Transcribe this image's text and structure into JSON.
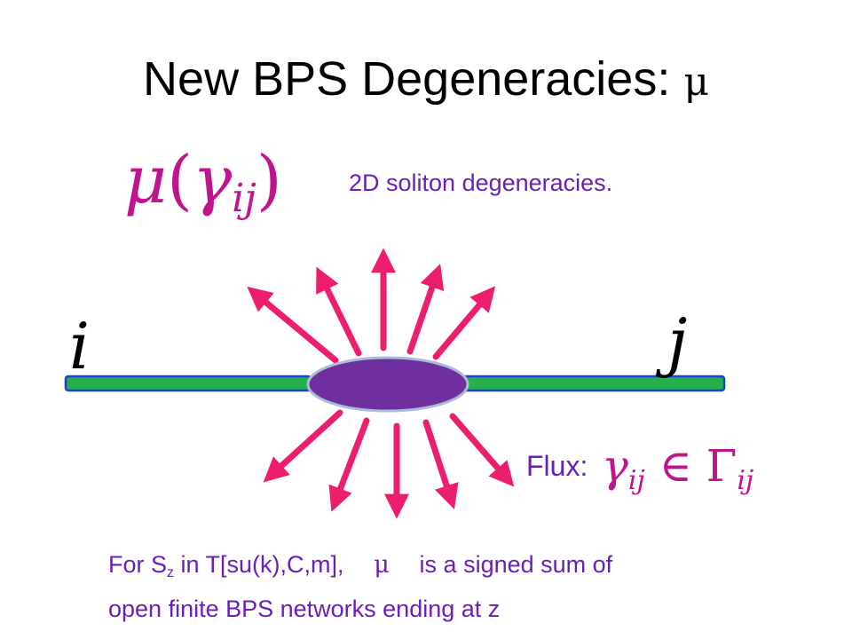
{
  "title": {
    "text": "New BPS Degeneracies: ",
    "symbol": "μ"
  },
  "formula": {
    "mu": "μ",
    "open": "(",
    "gamma": "γ",
    "sub": "ij",
    "close": ")"
  },
  "caption": "2D soliton degeneracies.",
  "labels": {
    "i": "i",
    "j": "j"
  },
  "flux": {
    "word": "Flux:",
    "gamma": "γ",
    "sub": "ij",
    "member": " ∈ ",
    "Gamma": "Γ",
    "Gsub": "ij"
  },
  "footer": {
    "l1a": "For  S",
    "l1sub": "z",
    "l1b": " in T[su(k),C,m], ",
    "l1mu": "μ",
    "l1c": " is a signed sum of",
    "l2": "open finite BPS networks ending at z"
  },
  "colors": {
    "arrow": "#ee1e6e",
    "rod_fill": "#22b14c",
    "rod_edge": "#1f3fd6",
    "blob": "#6f2f9f",
    "text_purple": "#6a1fb8",
    "math_magenta": "#c0148c"
  }
}
